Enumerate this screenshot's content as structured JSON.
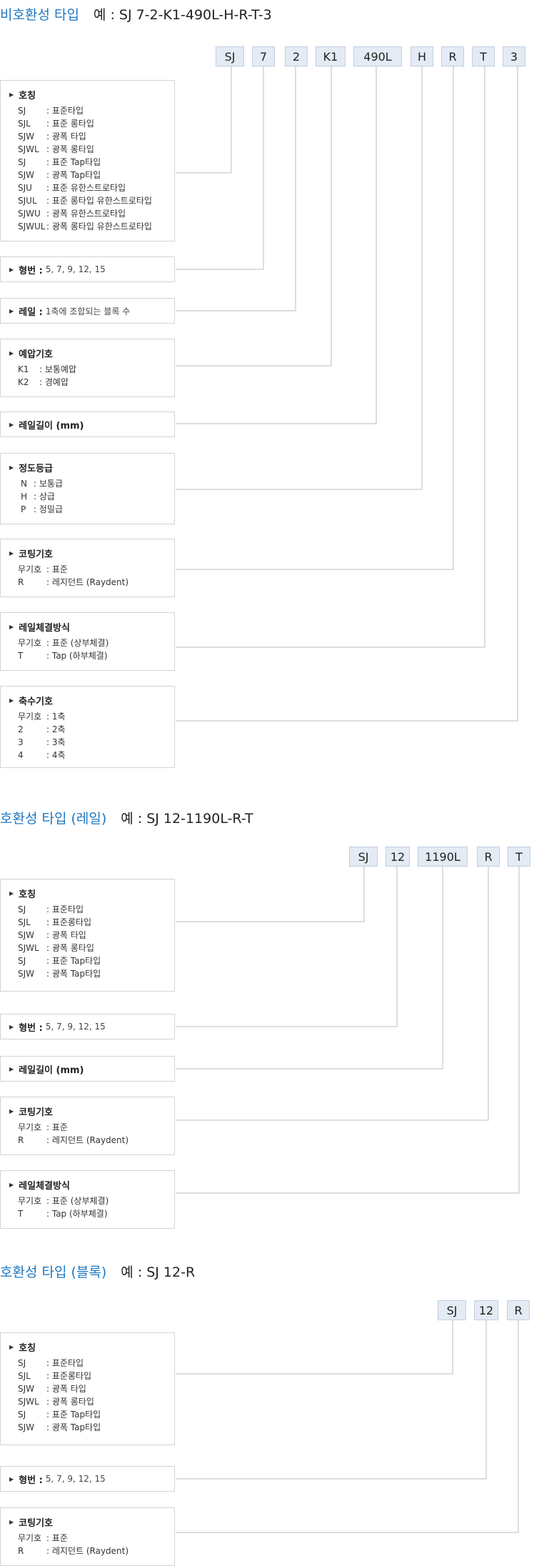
{
  "sections": [
    {
      "title": "비호환성 타입",
      "example": "예 : SJ 7-2-K1-490L-H-R-T-3",
      "codes": [
        "SJ",
        "7",
        "2",
        "K1",
        "490L",
        "H",
        "R",
        "T",
        "3"
      ],
      "items": [
        {
          "title": "호칭",
          "extra": "",
          "lines": [
            {
              "k": "SJ",
              "v": ": 표준타입"
            },
            {
              "k": "SJL",
              "v": ": 표준 롱타입"
            },
            {
              "k": "SJW",
              "v": ": 광폭 타입"
            },
            {
              "k": "SJWL",
              "v": ": 광폭 롱타입"
            },
            {
              "k": "SJ",
              "v": ": 표준 Tap타입"
            },
            {
              "k": "SJW",
              "v": ": 광폭 Tap타입"
            },
            {
              "k": "SJU",
              "v": ": 표준 유한스트로타입"
            },
            {
              "k": "SJUL",
              "v": ": 표준 롱타입 유한스트로타입"
            },
            {
              "k": "SJWU",
              "v": ": 광폭 유한스트로타입"
            },
            {
              "k": "SJWUL",
              "v": ": 광폭 롱타입 유한스트로타입"
            }
          ]
        },
        {
          "title": "형번 :",
          "extra": "5, 7, 9, 12, 15",
          "lines": []
        },
        {
          "title": "레일 :",
          "extra": "1축에 조합되는 블록 수",
          "lines": []
        },
        {
          "title": "예압기호",
          "extra": "",
          "lines": [
            {
              "k": "K1",
              "v": ": 보통예압"
            },
            {
              "k": "K2",
              "v": ": 경예압"
            }
          ]
        },
        {
          "title": "레일길이 (mm)",
          "extra": "",
          "lines": []
        },
        {
          "title": "정도등급",
          "extra": "",
          "lines": [
            {
              "k": "N",
              "v": ": 보통급"
            },
            {
              "k": "H",
              "v": ": 상급"
            },
            {
              "k": "P",
              "v": ": 정밀급"
            }
          ]
        },
        {
          "title": "코팅기호",
          "extra": "",
          "lines": [
            {
              "k": "무기호",
              "v": ": 표준"
            },
            {
              "k": "R",
              "v": ": 레지던트 (Raydent)"
            }
          ]
        },
        {
          "title": "레일체결방식",
          "extra": "",
          "lines": [
            {
              "k": "무기호",
              "v": ": 표준 (상부체결)"
            },
            {
              "k": "T",
              "v": ": Tap  (하부체결)"
            }
          ]
        },
        {
          "title": "축수기호",
          "extra": "",
          "lines": [
            {
              "k": "무기호",
              "v": ": 1축"
            },
            {
              "k": "2",
              "v": ": 2축"
            },
            {
              "k": "3",
              "v": ": 3축"
            },
            {
              "k": "4",
              "v": ": 4축"
            }
          ]
        }
      ]
    },
    {
      "title": "호환성 타입 (레일)",
      "example": "예 : SJ 12-1190L-R-T",
      "codes": [
        "SJ",
        "12",
        "1190L",
        "R",
        "T"
      ],
      "items": [
        {
          "title": "호칭",
          "extra": "",
          "lines": [
            {
              "k": "SJ",
              "v": ": 표준타입"
            },
            {
              "k": "SJL",
              "v": ": 표준롱타입"
            },
            {
              "k": "SJW",
              "v": ": 광폭 타입"
            },
            {
              "k": "SJWL",
              "v": ": 광폭 롱타입"
            },
            {
              "k": "SJ",
              "v": ": 표준 Tap타입"
            },
            {
              "k": "SJW",
              "v": ": 광폭 Tap타입"
            }
          ]
        },
        {
          "title": "형번 :",
          "extra": "5, 7, 9, 12, 15",
          "lines": []
        },
        {
          "title": "레일길이 (mm)",
          "extra": "",
          "lines": []
        },
        {
          "title": "코팅기호",
          "extra": "",
          "lines": [
            {
              "k": "무기호",
              "v": ": 표준"
            },
            {
              "k": "R",
              "v": ": 레지던트 (Raydent)"
            }
          ]
        },
        {
          "title": "레일체결방식",
          "extra": "",
          "lines": [
            {
              "k": "무기호",
              "v": ": 표준 (상부체결)"
            },
            {
              "k": "T",
              "v": ": Tap  (하부체결)"
            }
          ]
        }
      ]
    },
    {
      "title": "호환성 타입 (블록)",
      "example": "예 : SJ 12-R",
      "codes": [
        "SJ",
        "12",
        "R"
      ],
      "items": [
        {
          "title": "호칭",
          "extra": "",
          "lines": [
            {
              "k": "SJ",
              "v": ": 표준타입"
            },
            {
              "k": "SJL",
              "v": ": 표준롱타입"
            },
            {
              "k": "SJW",
              "v": ": 광폭 타입"
            },
            {
              "k": "SJWL",
              "v": ": 광폭 롱타입"
            },
            {
              "k": "SJ",
              "v": ": 표준 Tap타입"
            },
            {
              "k": "SJW",
              "v": ": 광폭 Tap타입"
            }
          ]
        },
        {
          "title": "형번 :",
          "extra": "5, 7, 9, 12, 15",
          "lines": []
        },
        {
          "title": "코팅기호",
          "extra": "",
          "lines": [
            {
              "k": "무기호",
              "v": ": 표준"
            },
            {
              "k": "R",
              "v": ": 레지던트 (Raydent)"
            }
          ]
        }
      ]
    }
  ]
}
